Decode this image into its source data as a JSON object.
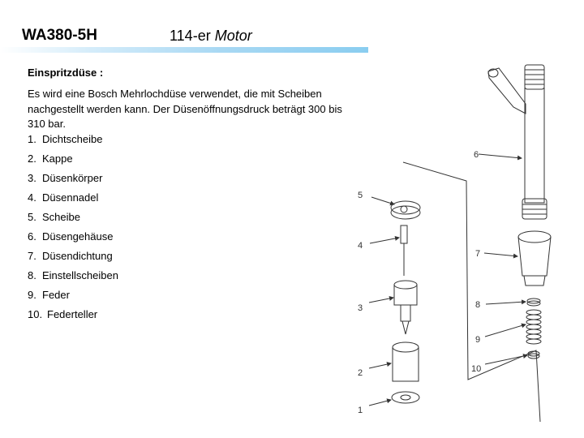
{
  "header": {
    "code": "WA380-5H",
    "engine_prefix": "114-er ",
    "engine_word": "Motor"
  },
  "content": {
    "heading": "Einspritzdüse :",
    "intro": "Es wird eine Bosch Mehrlochdüse verwendet, die mit Scheiben nachgestellt werden kann. Der Düsenöffnungsdruck beträgt 300 bis 310 bar.",
    "parts": [
      {
        "num": "1.",
        "label": "Dichtscheibe"
      },
      {
        "num": "2.",
        "label": "Kappe"
      },
      {
        "num": "3.",
        "label": "Düsenkörper"
      },
      {
        "num": "4.",
        "label": "Düsennadel"
      },
      {
        "num": "5.",
        "label": "Scheibe"
      },
      {
        "num": "6.",
        "label": "Düsengehäuse"
      },
      {
        "num": "7.",
        "label": "Düsendichtung"
      },
      {
        "num": "8.",
        "label": "Einstellscheiben"
      },
      {
        "num": "9.",
        "label": "Feder"
      },
      {
        "num": "10.",
        "label": "Federteller"
      }
    ]
  },
  "diagram": {
    "callouts": [
      "1",
      "2",
      "3",
      "4",
      "5",
      "6",
      "7",
      "8",
      "9",
      "10"
    ]
  }
}
